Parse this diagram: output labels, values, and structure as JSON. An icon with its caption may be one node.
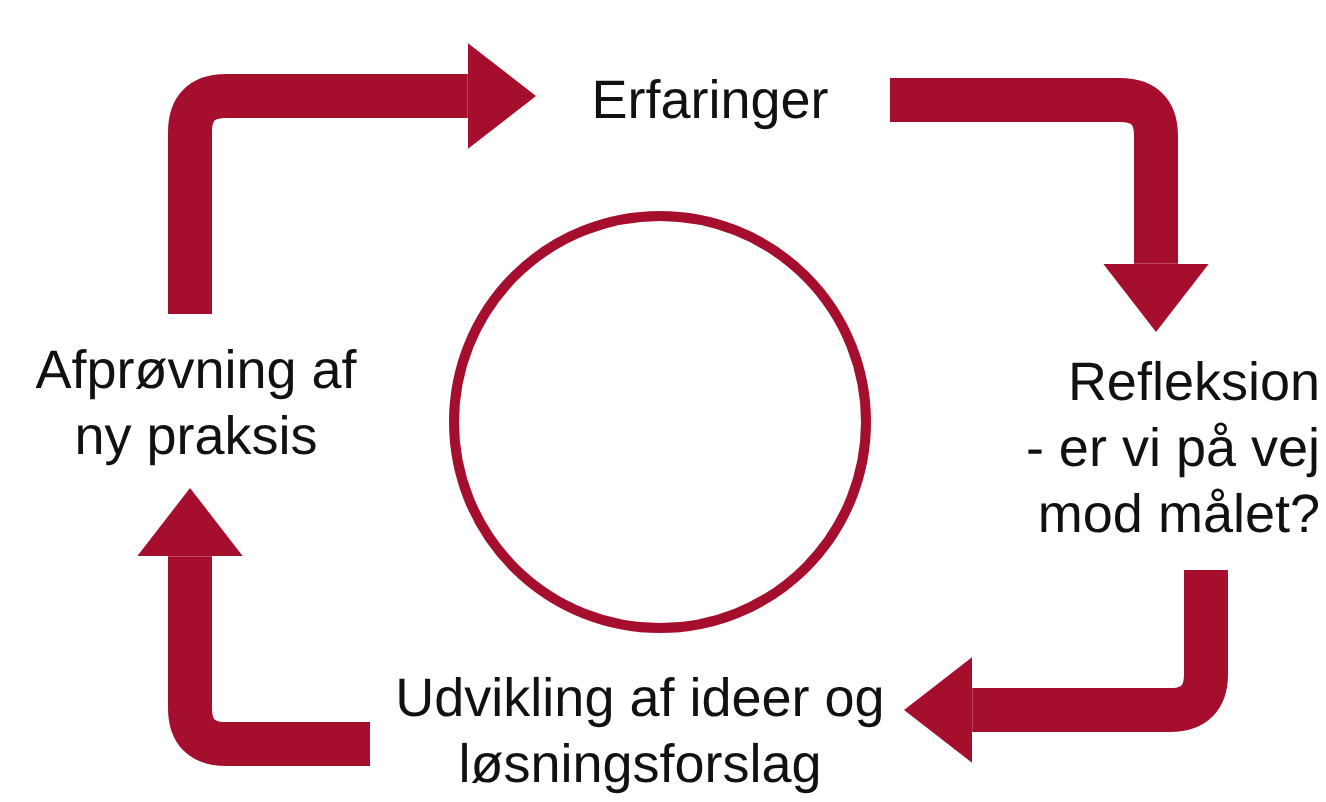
{
  "diagram": {
    "nodes": [
      {
        "text": [
          "Erfaringer"
        ]
      },
      {
        "text": [
          "Refleksion",
          "- er vi på vej mod målet?"
        ]
      },
      {
        "text": [
          "Udvikling af ideer og løsningsforslag"
        ]
      },
      {
        "text": [
          "Afprøvning af ny praksis"
        ]
      },
      {
        "text": [],
        "shape": "circle"
      }
    ],
    "edges": [
      {
        "from": 0,
        "to": 1,
        "arrow": "to"
      },
      {
        "from": 1,
        "to": 2,
        "arrow": "to"
      },
      {
        "from": 2,
        "to": 3,
        "arrow": "to"
      },
      {
        "from": 3,
        "to": 0,
        "arrow": "to"
      }
    ]
  }
}
